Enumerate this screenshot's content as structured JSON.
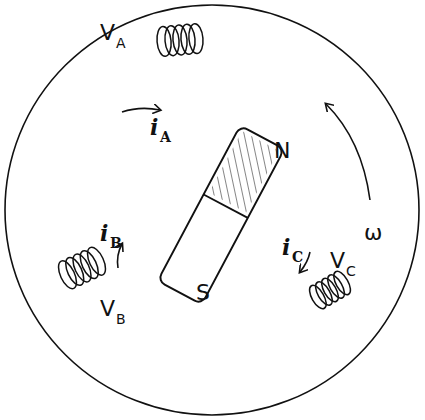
{
  "diagram": {
    "labels": [
      "V",
      "A",
      "i",
      "A",
      "N",
      "ω",
      "i",
      "B",
      "V",
      "B",
      "S",
      "i",
      "C",
      "V",
      "C"
    ]
  }
}
